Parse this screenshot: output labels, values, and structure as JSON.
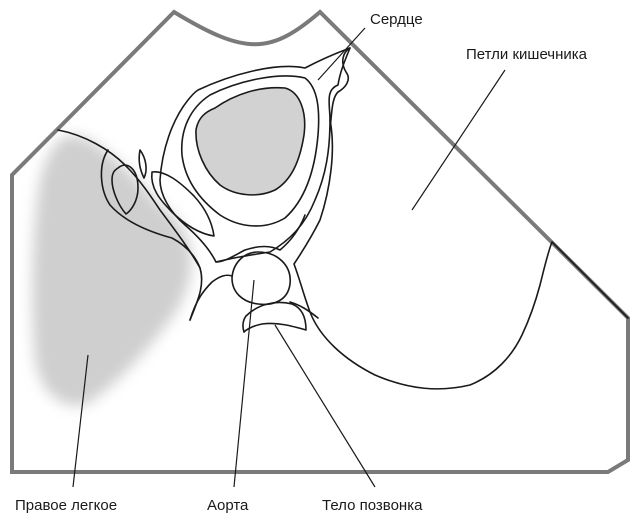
{
  "labels": {
    "heart": "Сердце",
    "intestine": "Петли кишечника",
    "right_lung": "Правое легкое",
    "aorta": "Аорта",
    "vertebra": "Тело позвонка"
  },
  "colors": {
    "frame": "#7a7a7a",
    "outline": "#1a1a1a",
    "fill": "#d2d2d2"
  }
}
